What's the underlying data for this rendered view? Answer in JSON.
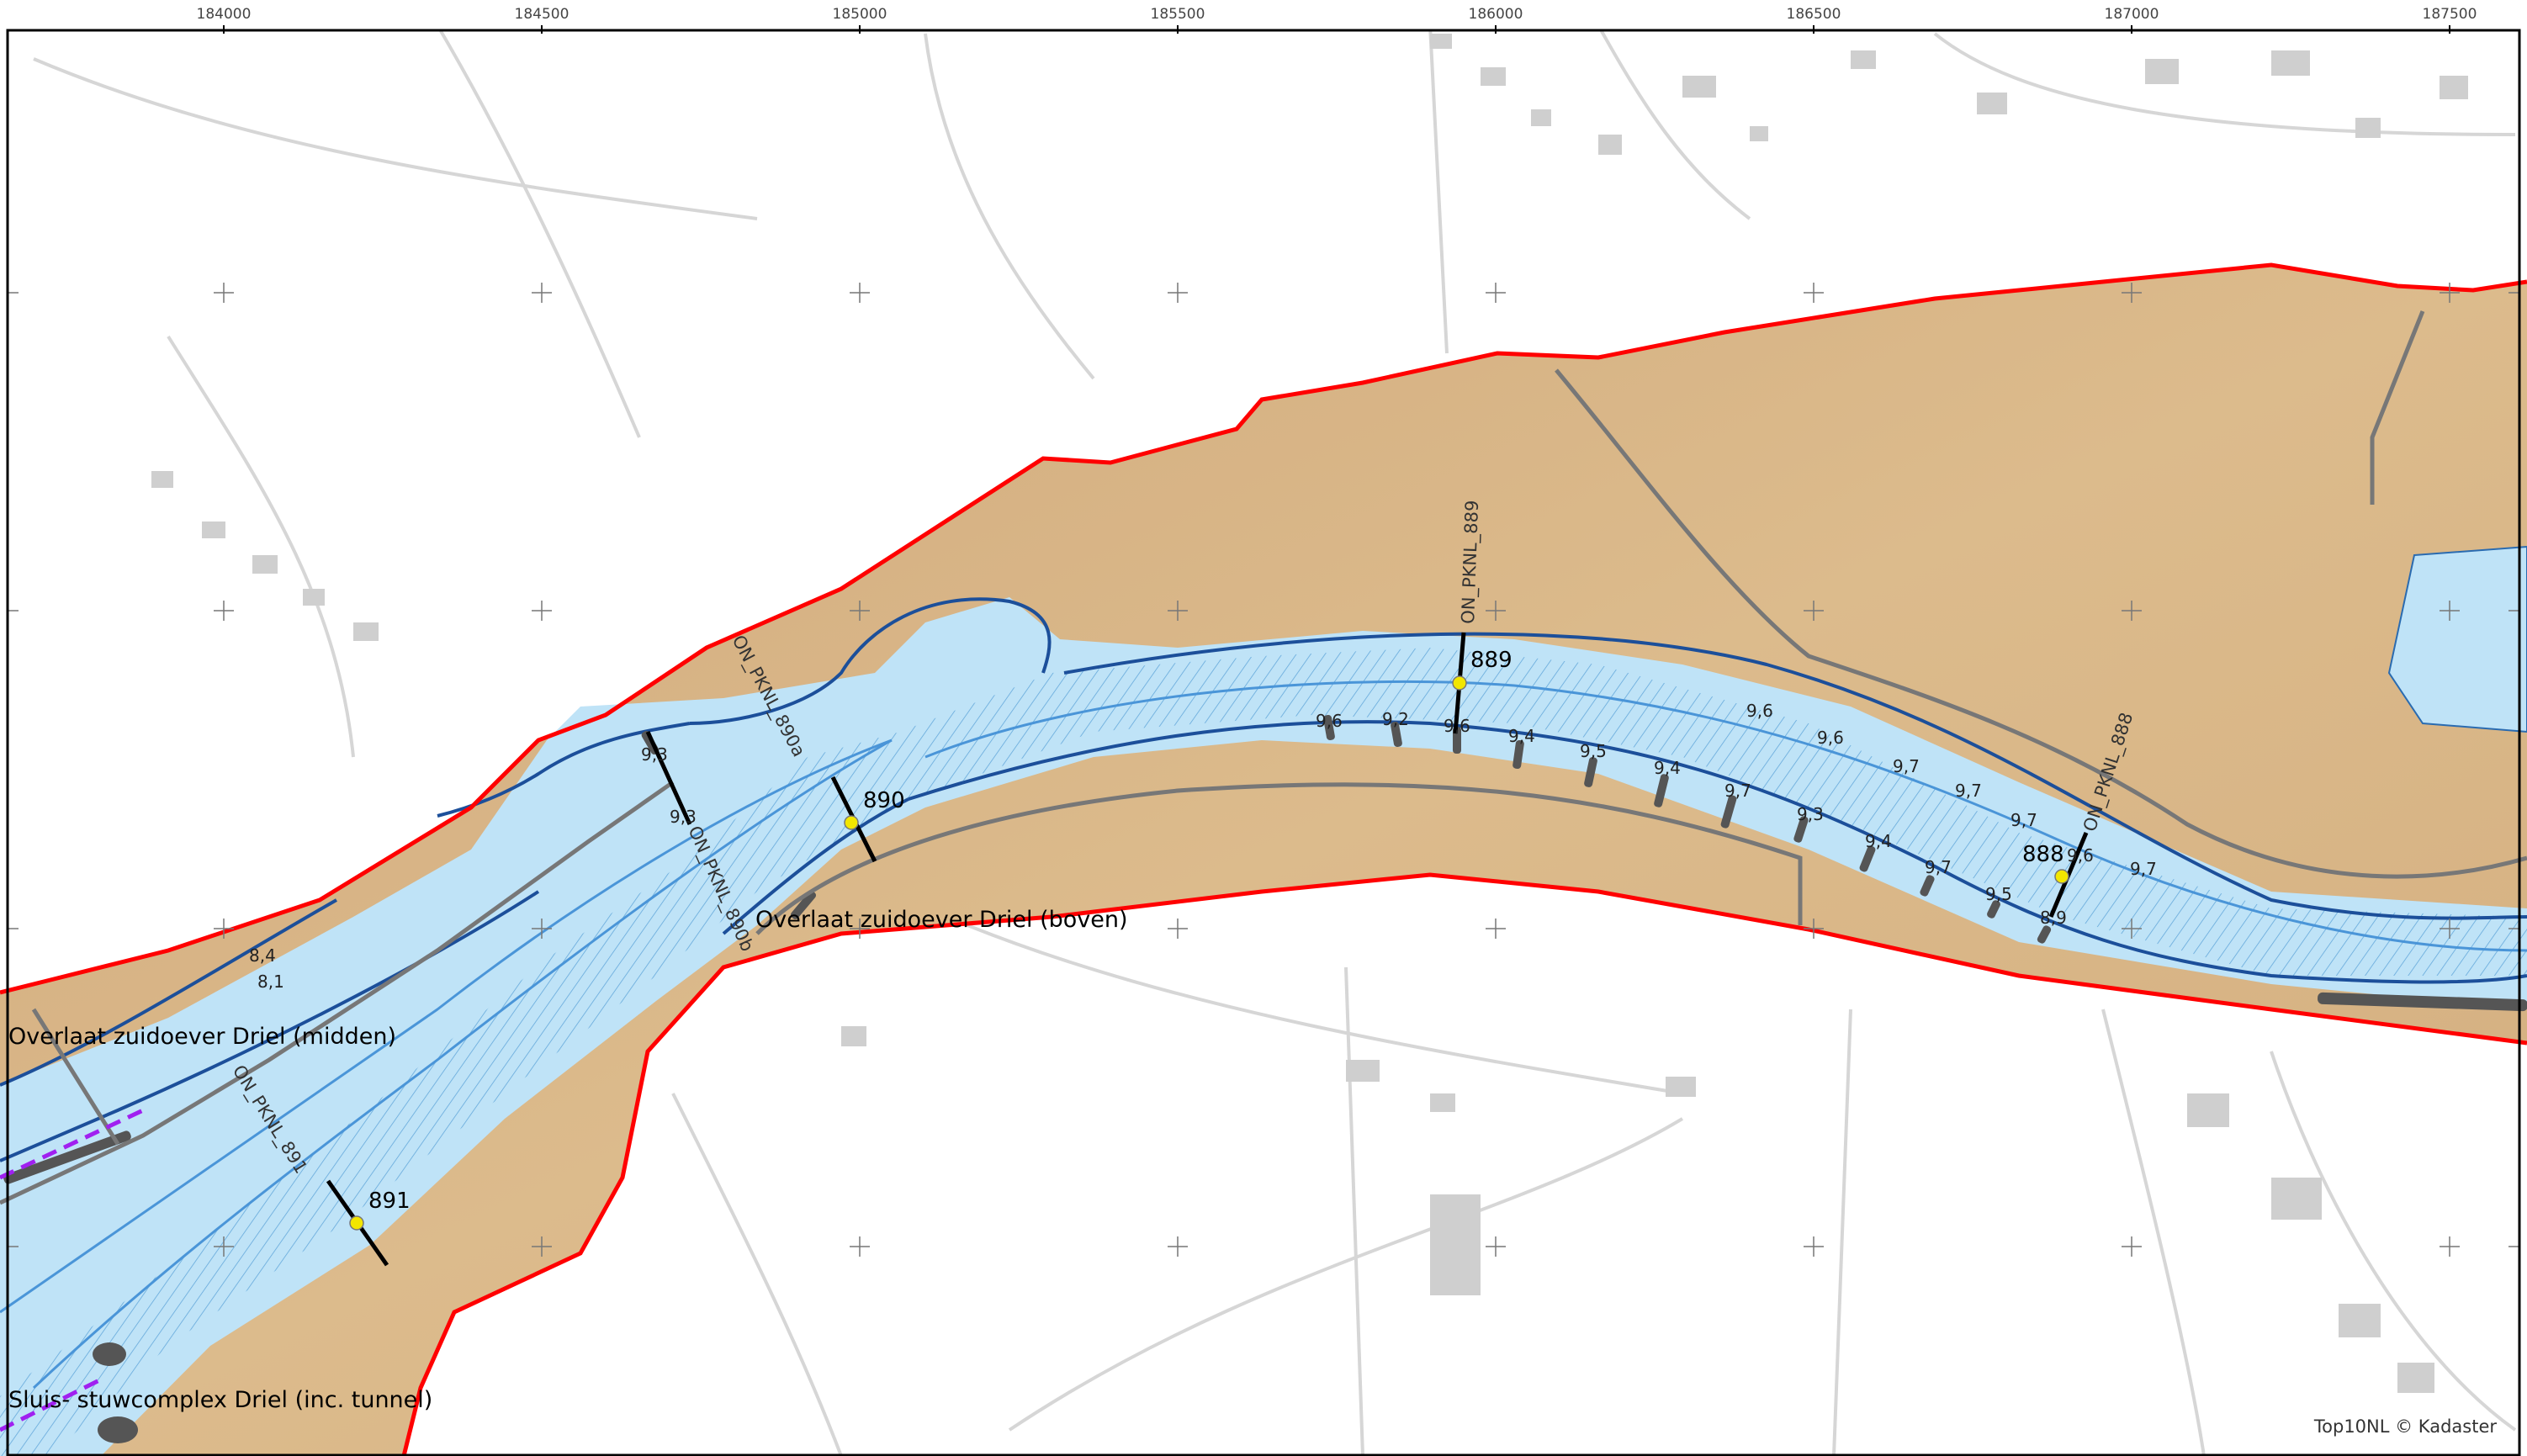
{
  "map": {
    "axis_top": [
      "184000",
      "184500",
      "185000",
      "185500",
      "186000",
      "186500",
      "187000",
      "187500"
    ],
    "river_km": [
      "889",
      "890",
      "891",
      "888"
    ],
    "profile_lines": [
      "ON_PKNL_889",
      "ON_PKNL_890a",
      "ON_PKNL_890b",
      "ON_PKNL_891",
      "ON_PKNL_888"
    ],
    "structures": [
      "Overlaat zuidoever Driel (boven)",
      "Overlaat zuidoever Driel (midden)",
      "Sluis- stuwcomplex Driel (inc. tunnel)"
    ],
    "groyne_values": [
      {
        "id": "g1",
        "value": "9,6"
      },
      {
        "id": "g2",
        "value": "9,2"
      },
      {
        "id": "g3",
        "value": "9,6"
      },
      {
        "id": "g4",
        "value": "9,4"
      },
      {
        "id": "g5",
        "value": "9,5"
      },
      {
        "id": "g6",
        "value": "9,4"
      },
      {
        "id": "g7",
        "value": "9,7"
      },
      {
        "id": "g8",
        "value": "9,3"
      },
      {
        "id": "g9",
        "value": "9,4"
      },
      {
        "id": "g10",
        "value": "9,7"
      },
      {
        "id": "g11",
        "value": "9,5"
      },
      {
        "id": "g12",
        "value": "8,9"
      },
      {
        "id": "g13",
        "value": "9,6"
      },
      {
        "id": "g14",
        "value": "9,7"
      },
      {
        "id": "g15",
        "value": "9,6"
      },
      {
        "id": "g16",
        "value": "9,6"
      },
      {
        "id": "g17",
        "value": "9,7"
      },
      {
        "id": "g18",
        "value": "9,7"
      },
      {
        "id": "g19",
        "value": "9,7"
      },
      {
        "id": "g20",
        "value": "9,3"
      },
      {
        "id": "g21",
        "value": "9,3"
      },
      {
        "id": "g22",
        "value": "8,4"
      },
      {
        "id": "g23",
        "value": "8,1"
      }
    ],
    "credit": "Top10NL © Kadaster",
    "colors": {
      "floodplain": "#d8b485",
      "water": "#bfe3f7",
      "embankment": "#ff0000",
      "channel": "#1c4f9a",
      "km_marker": "#f2e600"
    }
  }
}
